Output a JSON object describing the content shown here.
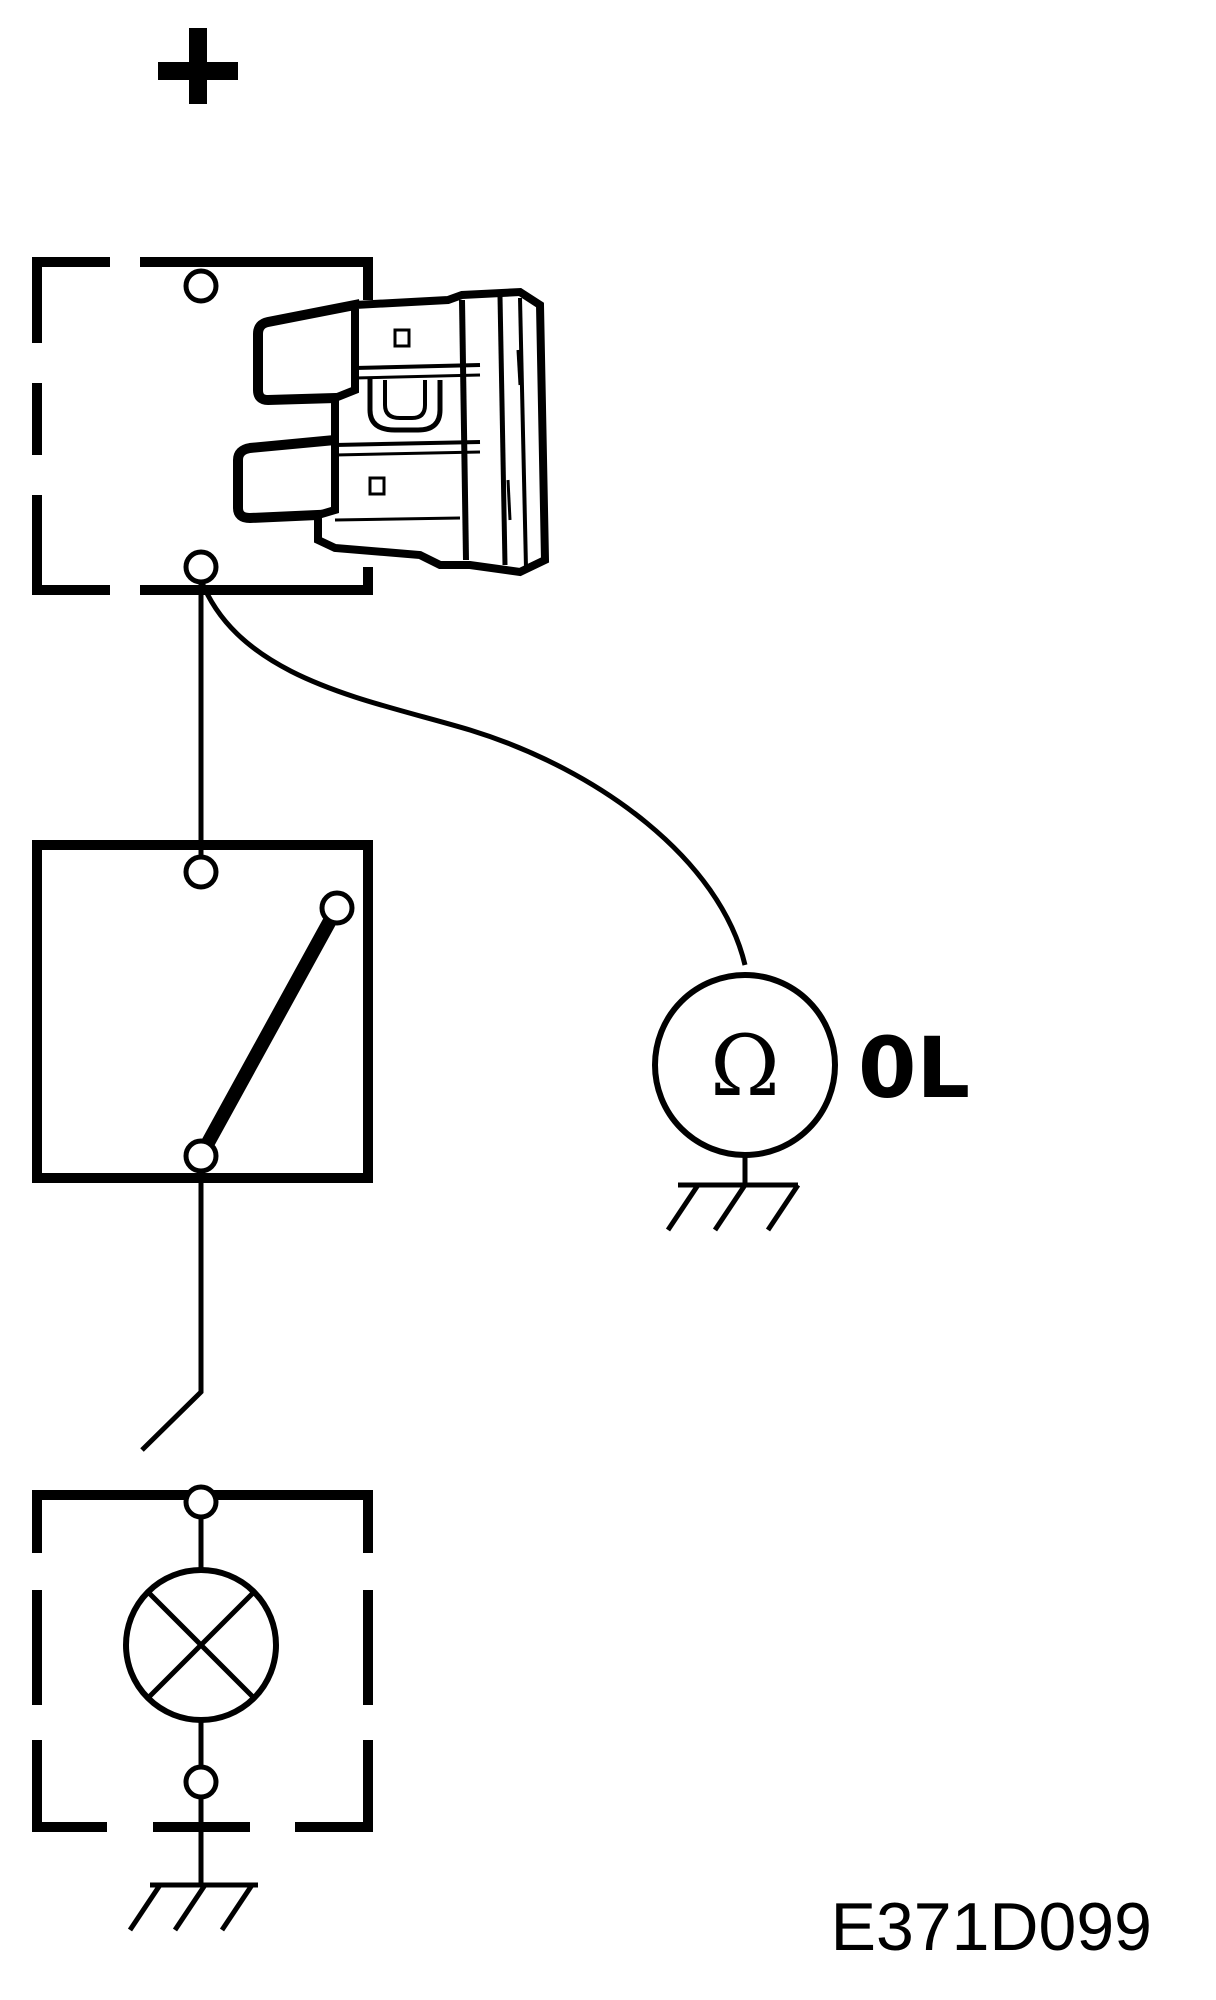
{
  "diagram": {
    "positive_symbol": "+",
    "meter": {
      "symbol": "Ω",
      "reading": "0L"
    },
    "figure_code": "E371D099"
  }
}
